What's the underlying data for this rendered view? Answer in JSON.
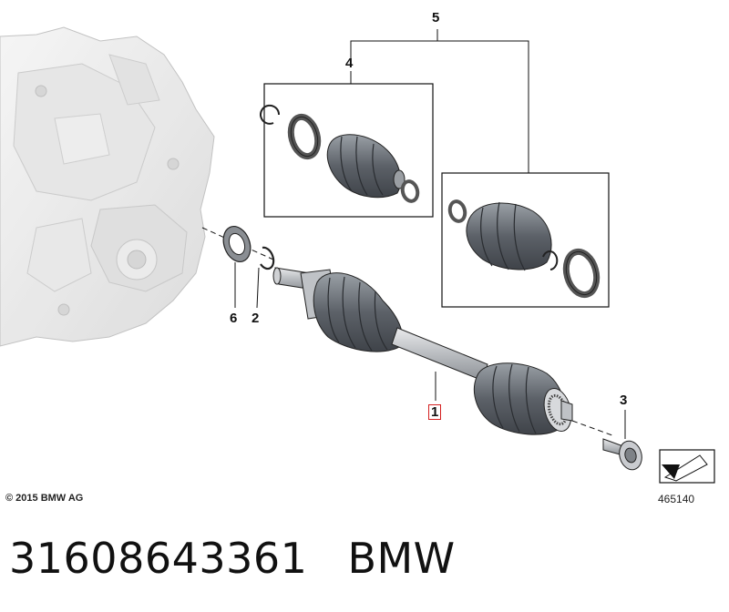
{
  "diagram": {
    "callouts": {
      "c1": "1",
      "c2": "2",
      "c3": "3",
      "c4": "4",
      "c5": "5",
      "c6": "6"
    },
    "copyright": "© 2015 BMW AG",
    "drawing_number": "465140"
  },
  "footer": {
    "part_number": "31608643361",
    "brand": "BMW"
  },
  "colors": {
    "highlight": "#d42020",
    "line": "#111111",
    "part_fill": "#c8cacd",
    "boot_fill": "#6a6e74",
    "housing_fill": "#ececec"
  }
}
